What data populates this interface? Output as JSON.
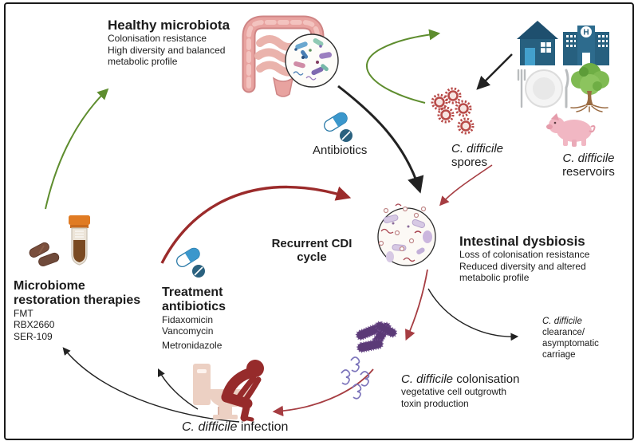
{
  "figure": {
    "background": "#ffffff",
    "border_color": "#1a1a1a"
  },
  "palette": {
    "green_arrow": "#5e8d2e",
    "black_arrow": "#222222",
    "red_arrow": "#a63d42",
    "dark_red_arrow": "#9b2b2b",
    "blue_pill": "#3b97cc",
    "dark_blue_tablet": "#2a617f",
    "building_blue": "#27607f",
    "spore_red": "#b84a48",
    "vegetative_purple": "#5b3a77",
    "toxin_purple": "#7c74bb",
    "intestine_pink": "#e8a3a0",
    "toilet_tan": "#ecd0c3",
    "person_red": "#962b2b",
    "tube_cap_orange": "#e07b23"
  },
  "nodes": {
    "healthy_microbiota": {
      "title": "Healthy microbiota",
      "lines": [
        "Colonisation resistance",
        "High diversity and balanced",
        "metabolic profile"
      ]
    },
    "antibiotics": {
      "label": "Antibiotics"
    },
    "c_difficile_spores": {
      "species": "C. difficile",
      "label": "spores"
    },
    "c_difficile_reservoirs": {
      "species": "C. difficile",
      "label": "reservoirs"
    },
    "recurrent_cdi": {
      "line1": "Recurrent CDI",
      "line2": "cycle"
    },
    "intestinal_dysbiosis": {
      "title": "Intestinal dysbiosis",
      "lines": [
        "Loss of colonisation resistance",
        "Reduced diversity and altered",
        "metabolic profile"
      ]
    },
    "clearance": {
      "species": "C. difficile",
      "lines": [
        "clearance/",
        "asymptomatic",
        "carriage"
      ]
    },
    "colonisation": {
      "species": "C. difficile",
      "label": "colonisation",
      "lines": [
        "vegetative cell outgrowth",
        "toxin production"
      ]
    },
    "infection": {
      "species": "C. difficile",
      "label": "infection"
    },
    "treatment_antibiotics": {
      "title_line1": "Treatment",
      "title_line2": "antibiotics",
      "drugs": [
        "Fidaxomicin",
        "Vancomycin",
        "Metronidazole"
      ]
    },
    "microbiome_restoration": {
      "title_line1": "Microbiome",
      "title_line2": "restoration therapies",
      "therapies": [
        "FMT",
        "RBX2660",
        "SER-109"
      ]
    }
  },
  "icons": {
    "hospital_letter": "H",
    "names": [
      "intestine-icon",
      "microbiota-magnifier-icon",
      "antibiotic-pills-icon",
      "spores-icon",
      "house-icon",
      "hospital-icon",
      "plate-icon",
      "tree-icon",
      "pig-icon",
      "dysbiosis-magnifier-icon",
      "vegetative-cells-icon",
      "toxins-icon",
      "toilet-person-icon",
      "fmt-capsules-icon",
      "sample-tube-icon"
    ]
  }
}
